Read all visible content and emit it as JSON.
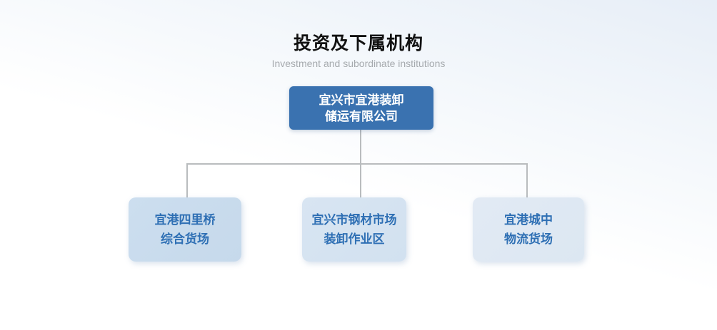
{
  "page": {
    "title": "投资及下属机构",
    "subtitle": "Investment and subordinate institutions"
  },
  "org_chart": {
    "root": {
      "line1": "宜兴市宜港装卸",
      "line2": "储运有限公司"
    },
    "children": [
      {
        "line1": "宜港四里桥",
        "line2": "综合货场"
      },
      {
        "line1": "宜兴市钢材市场",
        "line2": "装卸作业区"
      },
      {
        "line1": "宜港城中",
        "line2": "物流货场"
      }
    ]
  },
  "colors": {
    "root_box_bg": "#3a72b0",
    "root_box_text": "#ffffff",
    "child_box_text": "#2e6fb4",
    "child_box_bg_1": "#c9dbec",
    "child_box_bg_2": "#d5e3f1",
    "child_box_bg_3": "#dfe9f3",
    "connector_line": "#b9bcbe",
    "title_text": "#111111",
    "subtitle_text": "#a6aaae",
    "background_top": "#e7eef7",
    "background_bottom": "#ffffff"
  }
}
